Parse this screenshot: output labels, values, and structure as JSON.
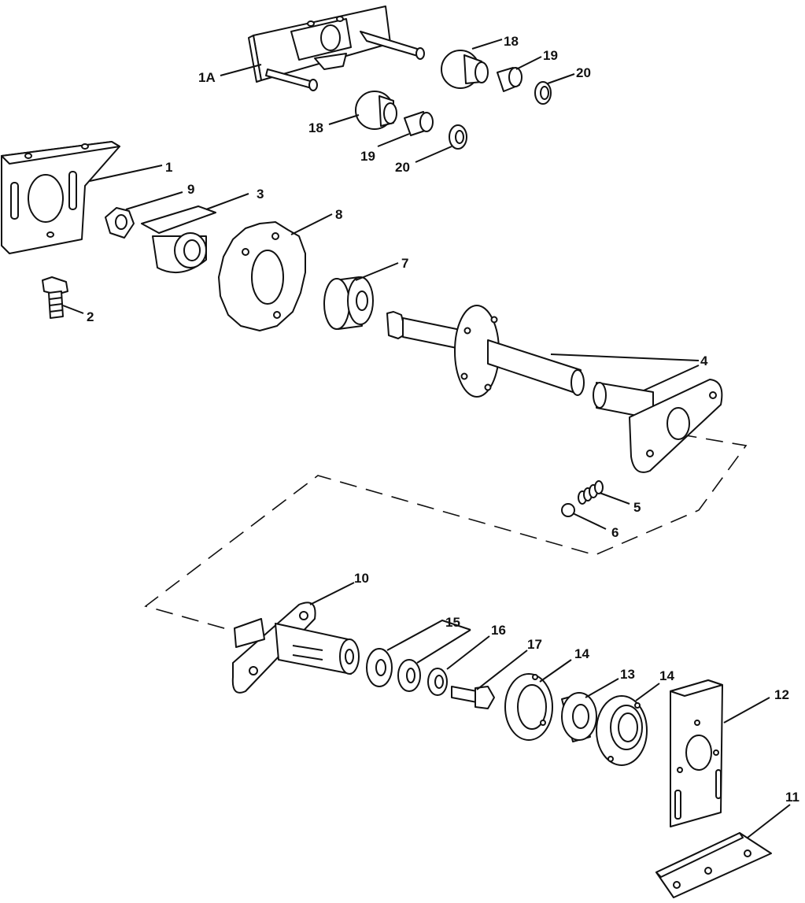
{
  "callouts": [
    {
      "id": "c1A",
      "text": "1A"
    },
    {
      "id": "c1",
      "text": "1"
    },
    {
      "id": "c2",
      "text": "2"
    },
    {
      "id": "c3",
      "text": "3"
    },
    {
      "id": "c4",
      "text": "4"
    },
    {
      "id": "c5",
      "text": "5"
    },
    {
      "id": "c6",
      "text": "6"
    },
    {
      "id": "c7",
      "text": "7"
    },
    {
      "id": "c8",
      "text": "8"
    },
    {
      "id": "c9",
      "text": "9"
    },
    {
      "id": "c10",
      "text": "10"
    },
    {
      "id": "c11",
      "text": "11"
    },
    {
      "id": "c12",
      "text": "12"
    },
    {
      "id": "c13",
      "text": "13"
    },
    {
      "id": "c14a",
      "text": "14"
    },
    {
      "id": "c14b",
      "text": "14"
    },
    {
      "id": "c15",
      "text": "15"
    },
    {
      "id": "c16",
      "text": "16"
    },
    {
      "id": "c17",
      "text": "17"
    },
    {
      "id": "c18a",
      "text": "18"
    },
    {
      "id": "c18b",
      "text": "18"
    },
    {
      "id": "c19a",
      "text": "19"
    },
    {
      "id": "c19b",
      "text": "19"
    },
    {
      "id": "c20a",
      "text": "20"
    },
    {
      "id": "c20b",
      "text": "20"
    }
  ]
}
